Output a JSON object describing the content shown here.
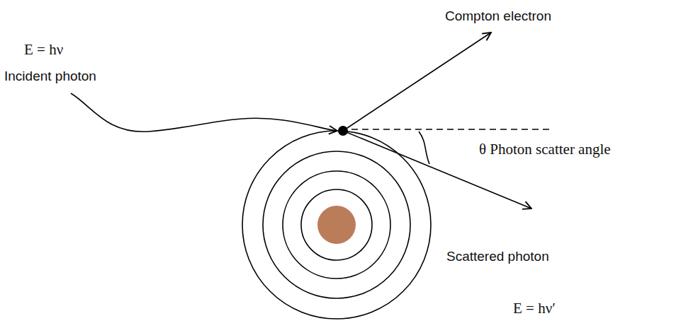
{
  "diagram": {
    "labels": [
      "E = hν",
      "Incident photon",
      "Compton electron",
      "θ Photon scatter angle",
      "Scattered photon",
      "E = hν′"
    ]
  }
}
